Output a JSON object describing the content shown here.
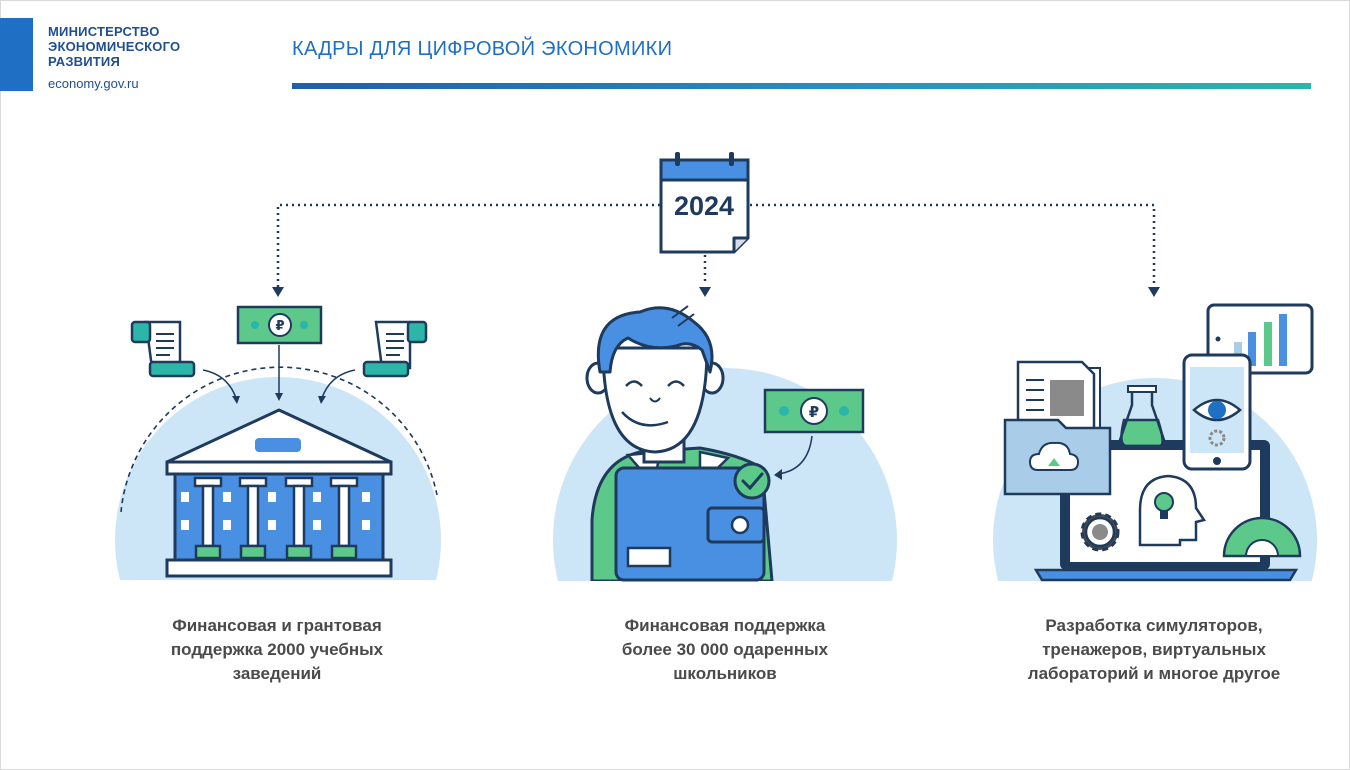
{
  "header": {
    "logo_lines": [
      "МИНИСТЕРСТВО",
      "ЭКОНОМИЧЕСКОГО",
      "РАЗВИТИЯ"
    ],
    "logo_url": "economy.gov.ru",
    "title": "КАДРЫ ДЛЯ ЦИФРОВОЙ ЭКОНОМИКИ"
  },
  "calendar": {
    "year": "2024",
    "icon": "calendar-icon"
  },
  "columns": [
    {
      "icon": "university-building-icon",
      "caption_lines": [
        "Финансовая и грантовая",
        "поддержка 2000 учебных",
        "заведений"
      ]
    },
    {
      "icon": "student-wallet-icon",
      "caption_lines": [
        "Финансовая поддержка",
        "более 30 000 одаренных",
        "школьников"
      ]
    },
    {
      "icon": "digital-lab-devices-icon",
      "caption_lines": [
        "Разработка симуляторов,",
        "тренажеров, виртуальных",
        "лабораторий и многое другое"
      ]
    }
  ],
  "colors": {
    "brand_blue": "#1f6fc4",
    "dark_navy": "#1e3a5c",
    "light_blue_bg": "#cde6f7",
    "green": "#5cc98a",
    "teal": "#2bb6a8",
    "caption_gray": "#4a4a4a"
  }
}
